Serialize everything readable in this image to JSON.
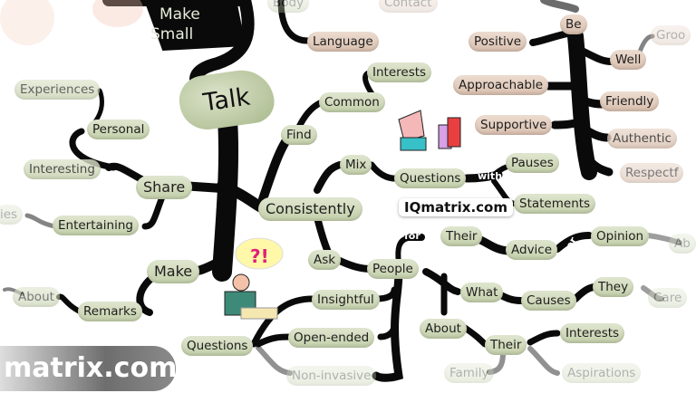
{
  "title": "Make Small Talk",
  "header_text": {
    "line1": "Make",
    "line2": "Small"
  },
  "central": "Talk",
  "watermark": "IQmatrix.com",
  "footer_watermark": "matrix.com",
  "nodes": {
    "language": "Language",
    "body": "Body",
    "contact": "Contact",
    "experiences": "Experiences",
    "personal": "Personal",
    "interesting": "Interesting",
    "share": "Share",
    "entertaining": "Entertaining",
    "stories": "ies",
    "make": "Make",
    "remarks": "Remarks",
    "about_left": "About",
    "find": "Find",
    "common": "Common",
    "interests_top": "Interests",
    "mix": "Mix",
    "questions_mid": "Questions",
    "with": "with",
    "pauses": "Pauses",
    "statements": "Statements",
    "consistently": "Consistently",
    "ask": "Ask",
    "people": "People",
    "for": "for",
    "their_top": "Their",
    "advice": "Advice",
    "or": "or",
    "opinion": "Opinion",
    "about_right_faded": "Ab",
    "what": "What",
    "causes": "Causes",
    "they": "They",
    "care": "Care",
    "about_bottom": "About",
    "their_bottom": "Their",
    "interests_bottom": "Interests",
    "family": "Family",
    "aspirations": "Aspirations",
    "questions_bottom": "Questions",
    "insightful": "Insightful",
    "open_ended": "Open-ended",
    "non_invasive": "Non-invasive",
    "be": "Be",
    "positive": "Positive",
    "well": "Well",
    "groomed": "Groo",
    "approachable": "Approachable",
    "friendly": "Friendly",
    "supportive": "Supportive",
    "authentic": "Authentic",
    "respectful": "Respectf"
  },
  "colors": {
    "branch": "#0a0a0a",
    "green_node": "#c8d3b0",
    "beige_node": "#ddc6b6"
  }
}
